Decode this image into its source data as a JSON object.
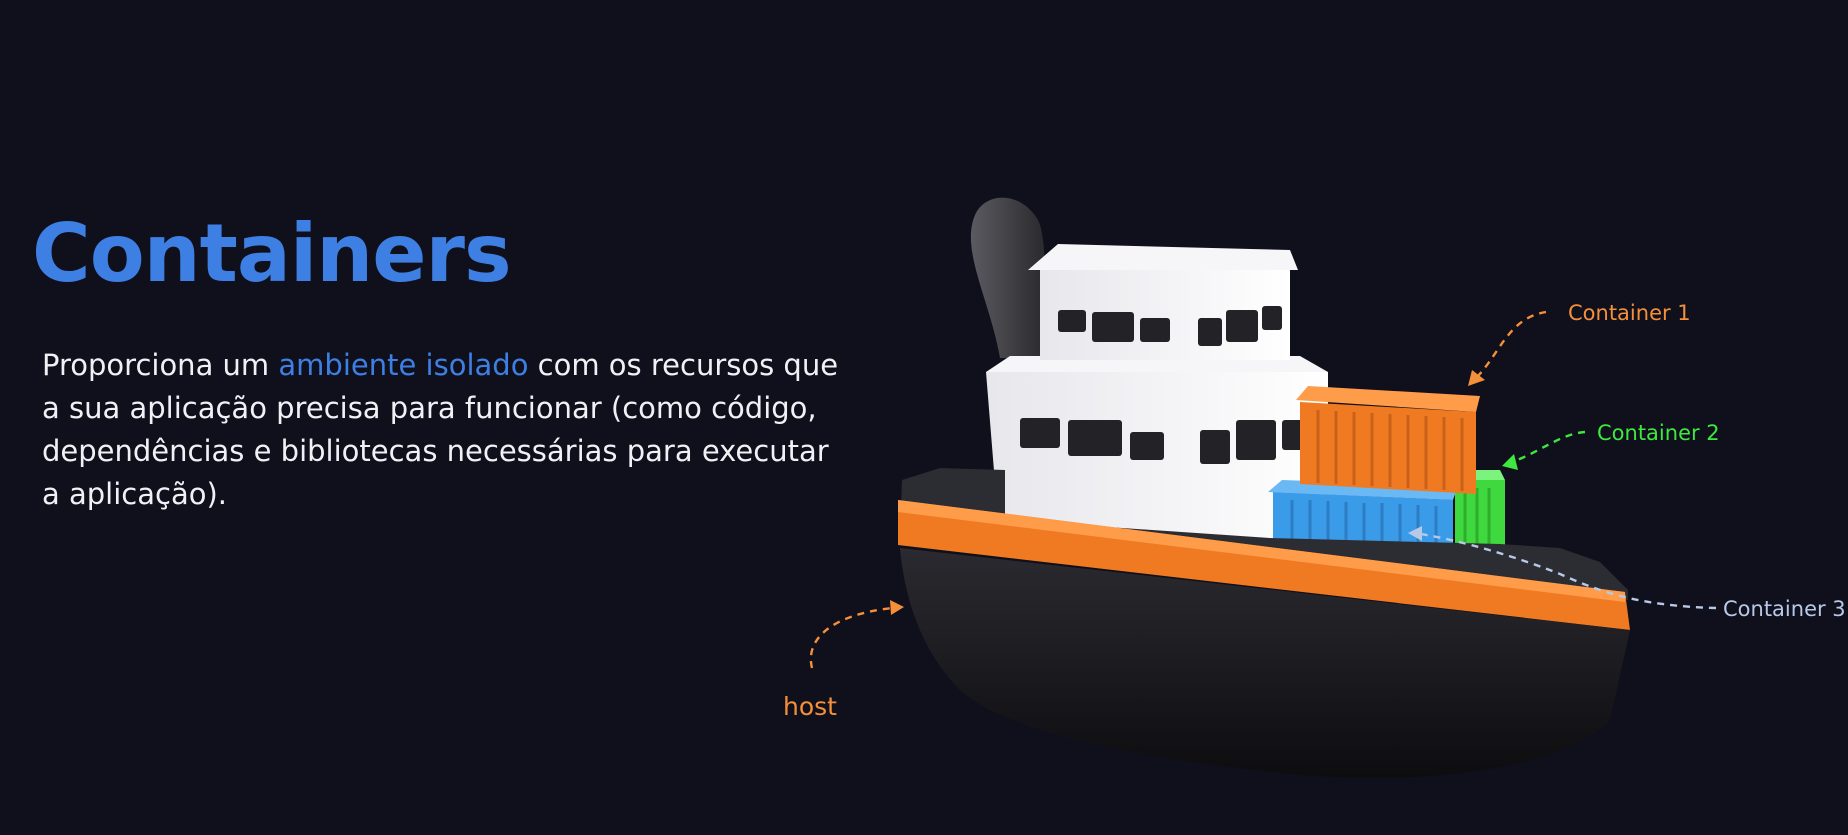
{
  "slide": {
    "title": "Containers",
    "body": {
      "before": "Proporciona um ",
      "highlight": "ambiente isolado",
      "after": " com os recursos que a sua aplicação precisa para funcionar (como código, dependências e bibliotecas necessárias para executar a aplicação)."
    }
  },
  "illustration": {
    "labels": {
      "container1": "Container 1",
      "container2": "Container 2",
      "container3": "Container 3",
      "host": "host"
    }
  },
  "colors": {
    "background": "#100f1c",
    "title_accent": "#3d7fe2",
    "orange": "#f4903a",
    "green": "#3ee83e",
    "container3_label": "#b8c9e8"
  }
}
